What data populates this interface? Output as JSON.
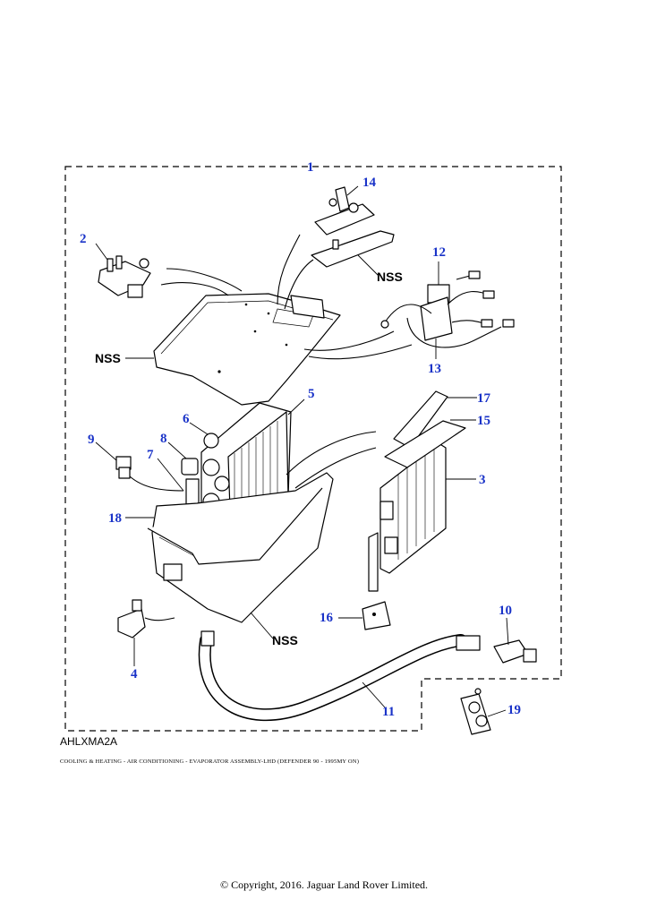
{
  "drawing_code": "AHLXMA2A",
  "caption": "COOLING & HEATING - AIR CONDITIONING - EVAPORATOR ASSEMBLY-LHD  (DEFENDER 90 - 1995MY ON)",
  "copyright": "© Copyright, 2016. Jaguar Land Rover Limited.",
  "callouts": {
    "c1": "1",
    "c2": "2",
    "c3": "3",
    "c4": "4",
    "c5": "5",
    "c6": "6",
    "c7": "7",
    "c8": "8",
    "c9": "9",
    "c10": "10",
    "c11": "11",
    "c12": "12",
    "c13": "13",
    "c14": "14",
    "c15": "15",
    "c16": "16",
    "c17": "17",
    "c18": "18",
    "c19": "19"
  },
  "nss_labels": {
    "top_right": "NSS",
    "left": "NSS",
    "bottom": "NSS"
  },
  "colors": {
    "callout": "#1a33c8",
    "line": "#000000"
  }
}
